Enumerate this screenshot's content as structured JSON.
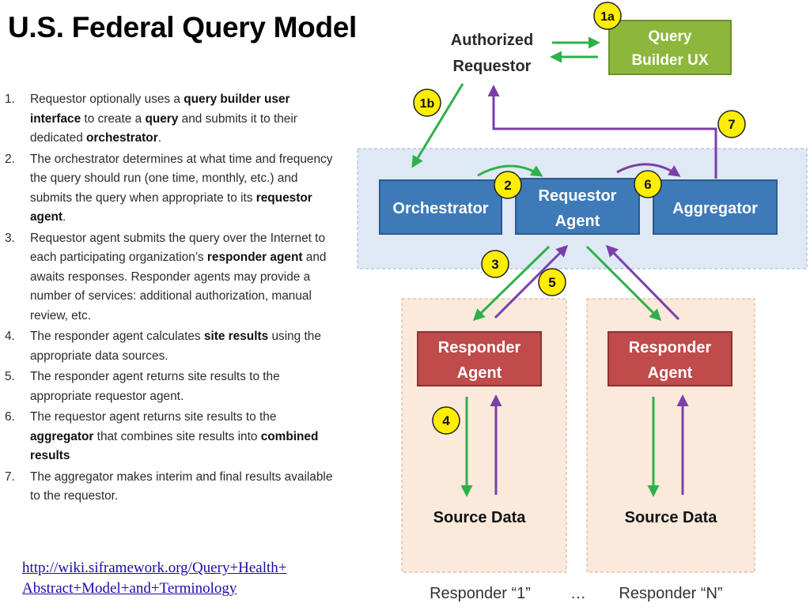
{
  "slide": {
    "title": "U.S. Federal Query Model",
    "steps": [
      {
        "num": "1.",
        "parts": [
          [
            "Requestor optionally uses a ",
            false
          ],
          [
            "query builder user interface",
            true
          ],
          [
            " to create a ",
            false
          ],
          [
            "query",
            true
          ],
          [
            " and submits it to their dedicated ",
            false
          ],
          [
            "orchestrator",
            true
          ],
          [
            ".",
            false
          ]
        ]
      },
      {
        "num": "2.",
        "parts": [
          [
            "The orchestrator determines at what time and frequency the query should run (one time, monthly, etc.) and submits the query when appropriate to its ",
            false
          ],
          [
            "requestor agent",
            true
          ],
          [
            ".",
            false
          ]
        ]
      },
      {
        "num": "3.",
        "parts": [
          [
            "Requestor agent submits the query over the Internet to each participating organization’s ",
            false
          ],
          [
            "responder agent",
            true
          ],
          [
            " and awaits responses. Responder agents may provide a number of services: additional authorization, manual review, etc.",
            false
          ]
        ]
      },
      {
        "num": "4.",
        "parts": [
          [
            "The responder agent calculates ",
            false
          ],
          [
            "site results",
            true
          ],
          [
            " using the appropriate data sources.",
            false
          ]
        ]
      },
      {
        "num": "5.",
        "parts": [
          [
            "The responder agent returns site results to the appropriate requestor agent.",
            false
          ]
        ]
      },
      {
        "num": "6.",
        "parts": [
          [
            "The requestor agent returns site results to the ",
            false
          ],
          [
            "aggregator",
            true
          ],
          [
            " that combines site results into ",
            false
          ],
          [
            "combined results",
            true
          ]
        ]
      },
      {
        "num": "7.",
        "parts": [
          [
            "The aggregator makes interim and final results available to the requestor.",
            false
          ]
        ]
      }
    ],
    "link": {
      "line1": "http://wiki.siframework.org/Query+Health+",
      "line2": "Abstract+Model+and+Terminology"
    }
  },
  "diagram": {
    "authorized_requestor": {
      "line1": "Authorized",
      "line2": "Requestor"
    },
    "query_builder": {
      "line1": "Query",
      "line2": "Builder UX"
    },
    "orchestrator": "Orchestrator",
    "requestor_agent": {
      "line1": "Requestor",
      "line2": "Agent"
    },
    "aggregator": "Aggregator",
    "responder_agent": {
      "line1": "Responder",
      "line2": "Agent"
    },
    "source_data": "Source Data",
    "responder_1": "Responder “1”",
    "ellipsis": "…",
    "responder_n": "Responder “N”",
    "badges": {
      "b1a": "1a",
      "b1b": "1b",
      "b2": "2",
      "b3": "3",
      "b4": "4",
      "b5": "5",
      "b6": "6",
      "b7": "7"
    },
    "colors": {
      "green_box": "#8db63c",
      "blue_box": "#3e7ab8",
      "red_box": "#bf4b4b",
      "badge": "#ffee00",
      "green_arrow": "#2fb04a",
      "purple_arrow": "#7a3fa8",
      "zone_blue": "#dfe9f5",
      "zone_peach": "#fbe9dc"
    }
  }
}
